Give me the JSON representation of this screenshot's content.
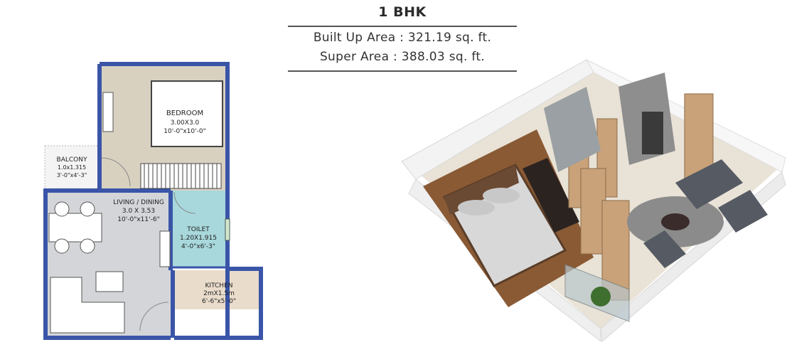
{
  "header": {
    "title": "1 BHK",
    "built_up_area": "Built Up Area : 321.19 sq. ft.",
    "super_area": "Super Area : 388.03 sq. ft."
  },
  "floorplan": {
    "rooms": {
      "bedroom": {
        "name": "BEDROOM",
        "dim_m": "3.00X3.0",
        "dim_ft": "10'-0\"x10'-0\""
      },
      "balcony": {
        "name": "BALCONY",
        "dim_m": "1.0x1.315",
        "dim_ft": "3'-0\"x4'-3\""
      },
      "living": {
        "name": "LIVING / DINING",
        "dim_m": "3.0 X 3.53",
        "dim_ft": "10'-0\"x11'-6\""
      },
      "toilet": {
        "name": "TOILET",
        "dim_m": "1.20X1.915",
        "dim_ft": "4'-0\"x6'-3\""
      },
      "kitchen": {
        "name": "KITCHEN",
        "dim_m": "2mX1.5m",
        "dim_ft": "6'-6\"x5'-0\""
      }
    },
    "colors": {
      "wall": "#3a55a8",
      "bedroom_floor": "#d8d1c0",
      "living_floor": "#d3d5d8",
      "toilet_floor": "#a8d8dc",
      "kitchen_floor": "#e9dccb"
    }
  }
}
